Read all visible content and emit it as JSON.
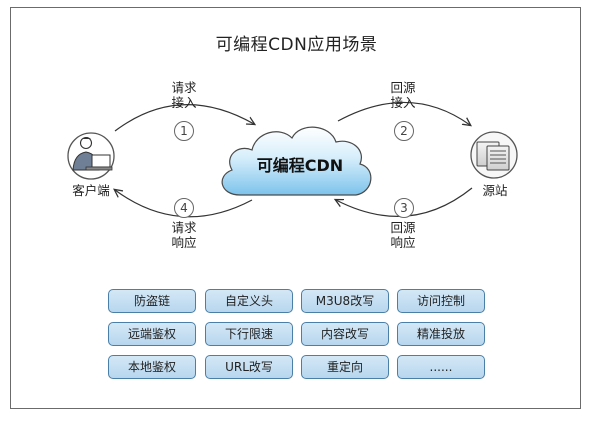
{
  "title": "可编程CDN应用场景",
  "center": {
    "label": "可编程CDN"
  },
  "nodes": {
    "client": {
      "label": "客户端"
    },
    "origin": {
      "label": "源站"
    }
  },
  "flows": [
    {
      "num": "1",
      "line1": "请求",
      "line2": "接入"
    },
    {
      "num": "2",
      "line1": "回源",
      "line2": "接入"
    },
    {
      "num": "3",
      "line1": "回源",
      "line2": "响应"
    },
    {
      "num": "4",
      "line1": "请求",
      "line2": "响应"
    }
  ],
  "features": [
    "防盗链",
    "自定义头",
    "M3U8改写",
    "访问控制",
    "远端鉴权",
    "下行限速",
    "内容改写",
    "精准投放",
    "本地鉴权",
    "URL改写",
    "重定向",
    "......"
  ],
  "colors": {
    "feature_border": "#4a7fa7",
    "feature_fill": "#c6e0f3",
    "cloud_fill": "#8fcdf0"
  }
}
